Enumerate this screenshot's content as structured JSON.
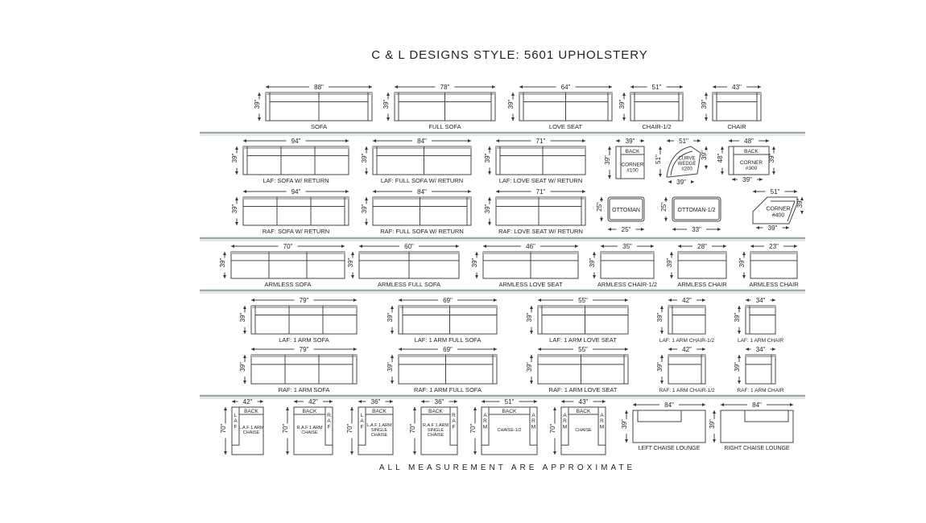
{
  "title": "C & L DESIGNS STYLE:  5601 UPHOLSTERY",
  "footer": "ALL MEASUREMENT ARE APPROXIMATE",
  "pieces": [
    {
      "id": "sofa",
      "label": "SOFA",
      "width": "88\"",
      "depth": "39\"",
      "type": "sofa",
      "cushions": 2
    },
    {
      "id": "full-sofa",
      "label": "FULL SOFA",
      "width": "78\"",
      "depth": "39\"",
      "type": "sofa",
      "cushions": 2
    },
    {
      "id": "love-seat",
      "label": "LOVE SEAT",
      "width": "64\"",
      "depth": "39\"",
      "type": "sofa",
      "cushions": 2
    },
    {
      "id": "chair-half",
      "label": "CHAIR-1/2",
      "width": "51\"",
      "depth": "39\"",
      "type": "sofa",
      "cushions": 1
    },
    {
      "id": "chair",
      "label": "CHAIR",
      "width": "43\"",
      "depth": "39\"",
      "type": "sofa",
      "cushions": 1
    },
    {
      "id": "laf-sofa-return",
      "label": "LAF: SOFA W/ RETURN",
      "width": "94\"",
      "depth": "39\"",
      "type": "return-left",
      "cushions": 3
    },
    {
      "id": "laf-full-sofa-return",
      "label": "LAF: FULL SOFA W/ RETURN",
      "width": "84\"",
      "depth": "39\"",
      "type": "return-left",
      "cushions": 2
    },
    {
      "id": "laf-love-seat-return",
      "label": "LAF: LOVE SEAT W/ RETURN",
      "width": "71\"",
      "depth": "39\"",
      "type": "return-left",
      "cushions": 2
    },
    {
      "id": "corner-100",
      "label": "CORNER\n#100",
      "back": "BACK",
      "width": "39\"",
      "depth": "39\"",
      "type": "corner100"
    },
    {
      "id": "curve-wedge-200",
      "label": "CURVE\nWEDGE\n#200",
      "width": "51\"",
      "depth": "51\"",
      "bottom": "39\"",
      "side": "39\"",
      "type": "wedge"
    },
    {
      "id": "corner-300",
      "label": "CORNER\n#300",
      "back": "BACK",
      "width": "48\"",
      "depth": "48\"",
      "bottom": "39\"",
      "side": "39\"",
      "type": "corner300"
    },
    {
      "id": "raf-sofa-return",
      "label": "RAF: SOFA W/ RETURN",
      "width": "94\"",
      "depth": "39\"",
      "type": "return-right",
      "cushions": 3
    },
    {
      "id": "raf-full-sofa-return",
      "label": "RAF: FULL SOFA W/ RETURN",
      "width": "84\"",
      "depth": "39\"",
      "type": "return-right",
      "cushions": 2
    },
    {
      "id": "raf-love-seat-return",
      "label": "RAF: LOVE SEAT W/ RETURN",
      "width": "71\"",
      "depth": "39\"",
      "type": "return-right",
      "cushions": 2
    },
    {
      "id": "ottoman",
      "label": "OTTOMAN",
      "width": "25\"",
      "depth": "25\"",
      "type": "ottoman"
    },
    {
      "id": "ottoman-half",
      "label": "OTTOMAN-1/2",
      "width": "33\"",
      "depth": "25\"",
      "type": "ottoman"
    },
    {
      "id": "corner-400",
      "label": "CORNER\n#400",
      "width": "51\"",
      "depth": "39\"",
      "bottom": "39\"",
      "type": "corner400"
    },
    {
      "id": "armless-sofa",
      "label": "ARMLESS SOFA",
      "width": "70\"",
      "depth": "39\"",
      "type": "armless",
      "cushions": 3
    },
    {
      "id": "armless-full-sofa",
      "label": "ARMLESS FULL SOFA",
      "width": "60\"",
      "depth": "39\"",
      "type": "armless",
      "cushions": 2
    },
    {
      "id": "armless-love-seat",
      "label": "ARMLESS LOVE SEAT",
      "width": "46\"",
      "depth": "39\"",
      "type": "armless",
      "cushions": 2
    },
    {
      "id": "armless-chair-half",
      "label": "ARMLESS CHAIR-1/2",
      "width": "35\"",
      "depth": "39\"",
      "type": "armless",
      "cushions": 1
    },
    {
      "id": "armless-chair-1",
      "label": "ARMLESS CHAIR",
      "width": "28\"",
      "depth": "39\"",
      "type": "armless",
      "cushions": 1
    },
    {
      "id": "armless-chair-2",
      "label": "ARMLESS CHAIR",
      "width": "23\"",
      "depth": "39\"",
      "type": "armless",
      "cushions": 1
    },
    {
      "id": "laf-1arm-sofa",
      "label": "LAF: 1 ARM SOFA",
      "width": "79\"",
      "depth": "39\"",
      "type": "arm-left",
      "cushions": 3
    },
    {
      "id": "laf-1arm-full-sofa",
      "label": "LAF: 1 ARM FULL SOFA",
      "width": "69\"",
      "depth": "39\"",
      "type": "arm-left",
      "cushions": 2
    },
    {
      "id": "laf-1arm-love-seat",
      "label": "LAF: 1 ARM LOVE SEAT",
      "width": "55\"",
      "depth": "39\"",
      "type": "arm-left",
      "cushions": 2
    },
    {
      "id": "laf-1arm-chair-half",
      "label": "LAF: 1 ARM CHAIR-1/2",
      "width": "42\"",
      "depth": "39\"",
      "type": "arm-left",
      "cushions": 1,
      "small": true
    },
    {
      "id": "laf-1arm-chair",
      "label": "LAF: 1 ARM CHAIR",
      "width": "34\"",
      "depth": "39\"",
      "type": "arm-left",
      "cushions": 1,
      "small": true
    },
    {
      "id": "raf-1arm-sofa",
      "label": "RAF: 1 ARM SOFA",
      "width": "79\"",
      "depth": "39\"",
      "type": "arm-right",
      "cushions": 3
    },
    {
      "id": "raf-1arm-full-sofa",
      "label": "RAF: 1 ARM FULL SOFA",
      "width": "69\"",
      "depth": "39\"",
      "type": "arm-right",
      "cushions": 2
    },
    {
      "id": "raf-1arm-love-seat",
      "label": "RAF: 1 ARM LOVE SEAT",
      "width": "55\"",
      "depth": "39\"",
      "type": "arm-right",
      "cushions": 2
    },
    {
      "id": "raf-1arm-chair-half",
      "label": "RAF: 1 ARM CHAIR-1/2",
      "width": "42\"",
      "depth": "39\"",
      "type": "arm-right",
      "cushions": 1,
      "small": true
    },
    {
      "id": "raf-1arm-chair",
      "label": "RAF: 1 ARM CHAIR",
      "width": "34\"",
      "depth": "39\"",
      "type": "arm-right",
      "cushions": 1,
      "small": true
    },
    {
      "id": "laf-1arm-chaise",
      "label": "L.A.F 1 ARM\nCHAISE",
      "back": "BACK",
      "leftSide": "LAF",
      "width": "42\"",
      "depth": "70\"",
      "type": "chaise"
    },
    {
      "id": "raf-1arm-chaise",
      "label": "R.A.F 1 ARM\nCHAISE",
      "back": "BACK",
      "rightSide": "RAF",
      "width": "42\"",
      "depth": "70\"",
      "type": "chaise"
    },
    {
      "id": "laf-1arm-single-chaise",
      "label": "L.A.F 1 ARM\nSINGLE\nCHAISE",
      "back": "BACK",
      "leftSide": "LAF",
      "width": "36\"",
      "depth": "70\"",
      "type": "chaise"
    },
    {
      "id": "raf-1arm-single-chaise",
      "label": "R.A.F 1 ARM\nSINGLE\nCHAISE",
      "back": "BACK",
      "rightSide": "RAF",
      "width": "36\"",
      "depth": "70\"",
      "type": "chaise"
    },
    {
      "id": "chaise-half",
      "label": "CHAISE-1/2",
      "back": "BACK",
      "leftSide": "ARM",
      "rightSide": "ARM",
      "width": "51\"",
      "depth": "70\"",
      "type": "chaise"
    },
    {
      "id": "chaise",
      "label": "CHAISE",
      "back": "BACK",
      "leftSide": "ARM",
      "rightSide": "ARM",
      "width": "43\"",
      "depth": "70\"",
      "type": "chaise"
    },
    {
      "id": "left-chaise-lounge",
      "label": "LEFT CHAISE LOUNGE",
      "width": "84\"",
      "depth": "39\"",
      "type": "lounge-left"
    },
    {
      "id": "right-chaise-lounge",
      "label": "RIGHT CHAISE LOUNGE",
      "width": "84\"",
      "depth": "39\"",
      "type": "lounge-right"
    }
  ]
}
